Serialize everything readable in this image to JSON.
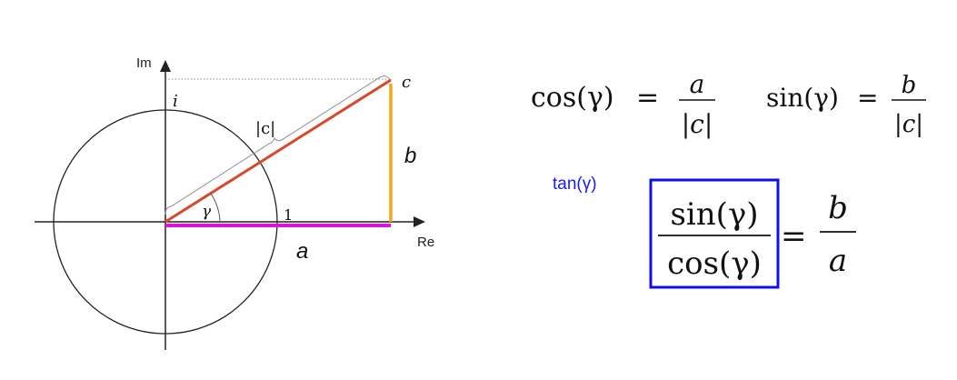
{
  "diagram": {
    "axis_labels": {
      "imag": "Im",
      "real": "Re"
    },
    "point_labels": {
      "i": "i",
      "one": "1",
      "c": "c",
      "angle": "γ",
      "modulus": "|c|"
    },
    "side_labels": {
      "a": "a",
      "b": "b"
    },
    "colors": {
      "hypotenuse": "#d9482b",
      "real_part": "#e011d9",
      "imag_part": "#f2a81d",
      "axes": "#222222",
      "circle": "#222222",
      "dotted": "#888888"
    }
  },
  "formulas": {
    "cos": {
      "lhs": "cos(γ)",
      "eq": "=",
      "num": "a",
      "den": "|c|"
    },
    "sin": {
      "lhs": "sin(γ)",
      "eq": "=",
      "num": "b",
      "den": "|c|"
    },
    "tan": {
      "label": "tan(γ)",
      "num": "sin(γ)",
      "den": "cos(γ)",
      "eq": "=",
      "rnum": "b",
      "rden": "a",
      "label_color": "#1a1aff",
      "box_color": "#1010e6"
    }
  }
}
